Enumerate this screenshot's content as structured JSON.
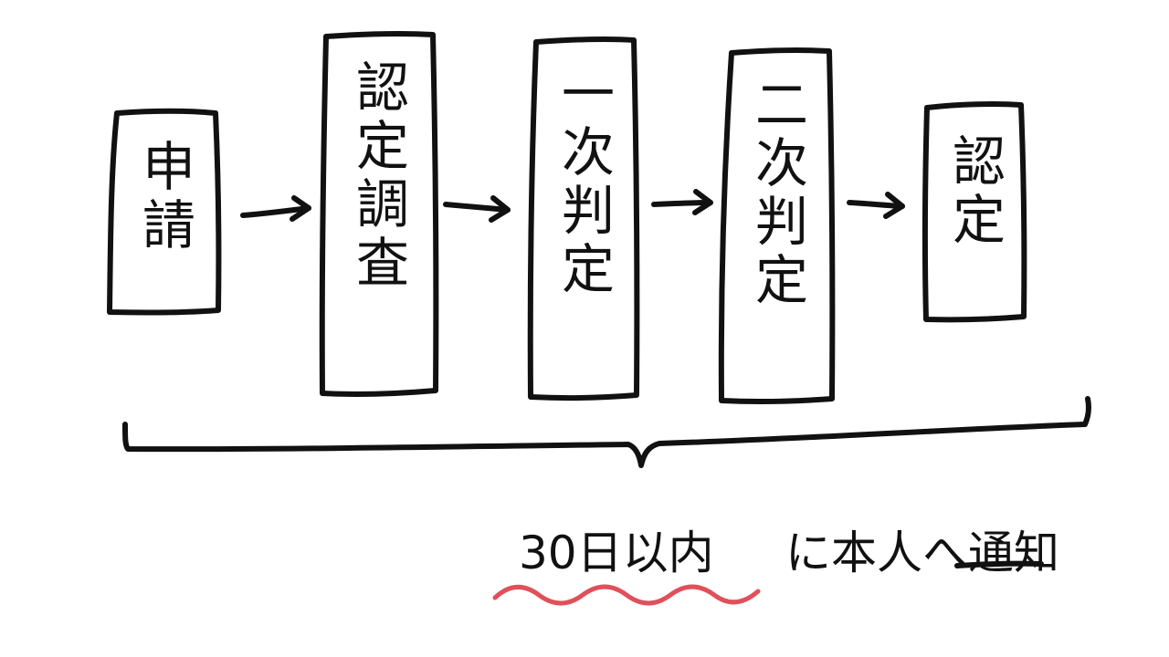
{
  "diagram": {
    "steps": [
      {
        "label": "申請"
      },
      {
        "label": "認定調査"
      },
      {
        "label": "一次判定"
      },
      {
        "label": "二次判定"
      },
      {
        "label": "認定"
      }
    ],
    "note": {
      "emphasis": "30日以内",
      "rest": "に本人へ通知"
    },
    "colors": {
      "ink": "#111111",
      "accent": "#e0505a",
      "background": "#ffffff"
    }
  }
}
